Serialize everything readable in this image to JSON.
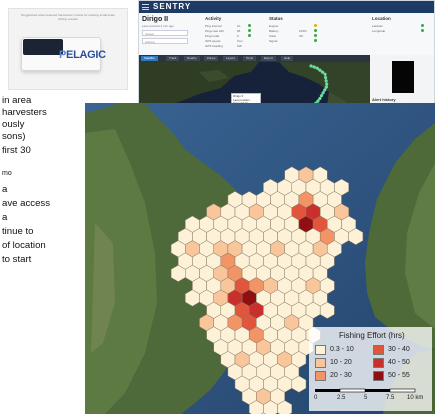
{
  "device": {
    "caption": "Ruggedized solar-powered transceiver module for tracking small-scale fishing vessels",
    "logo_prefix": "P",
    "logo_rest": "ELAGIC"
  },
  "left_text": [
    "in area",
    "harvesters",
    "ously",
    "sons)",
    "first 30",
    "mo",
    "a",
    "ave access",
    "a",
    "tinue to",
    "of location",
    "to start"
  ],
  "app": {
    "brand": "SENTRY",
    "vessel_name": "Dirigo II",
    "vessel_sub": "Last received 2 min ago",
    "select_1": "Vessel",
    "select_2": "Actions",
    "activity": {
      "title": "Activity",
      "rows": [
        "Ping interval",
        "Pings last 24h",
        "Pings total",
        "GPS speed",
        "GPS heading"
      ],
      "values": [
        "10",
        "96",
        "5",
        "0 kn",
        "SW"
      ]
    },
    "status": {
      "title": "Status",
      "rows": [
        "Engine",
        "Battery",
        "Solar",
        "Signal"
      ],
      "values": [
        "",
        "100%",
        "OK",
        ""
      ]
    },
    "location": {
      "title": "Location",
      "rows": [
        "Latitude",
        "Longitude"
      ],
      "values": [
        "",
        ""
      ]
    },
    "map_tabs": [
      "Satellite",
      "Track",
      "Nearby",
      "Zones",
      "Layers",
      "Tools",
      "Export",
      "Help"
    ],
    "popup_lines": [
      "Dirigo II",
      "Last position",
      "Speed 0 kn"
    ],
    "alert_title": "Alert history"
  },
  "fishing_map": {
    "legend_title": "Fishing Effort (hrs)",
    "legend_bins": [
      "0.3 - 10",
      "10 - 20",
      "20 - 30",
      "30 - 40",
      "40 - 50",
      "50 - 55"
    ],
    "legend_colors": [
      "#fdf1d8",
      "#f9c59a",
      "#f39466",
      "#e2553d",
      "#c9302c",
      "#8f0f12"
    ],
    "scale_ticks": [
      "0",
      "2.5",
      "5",
      "7.5",
      "10 km"
    ]
  }
}
